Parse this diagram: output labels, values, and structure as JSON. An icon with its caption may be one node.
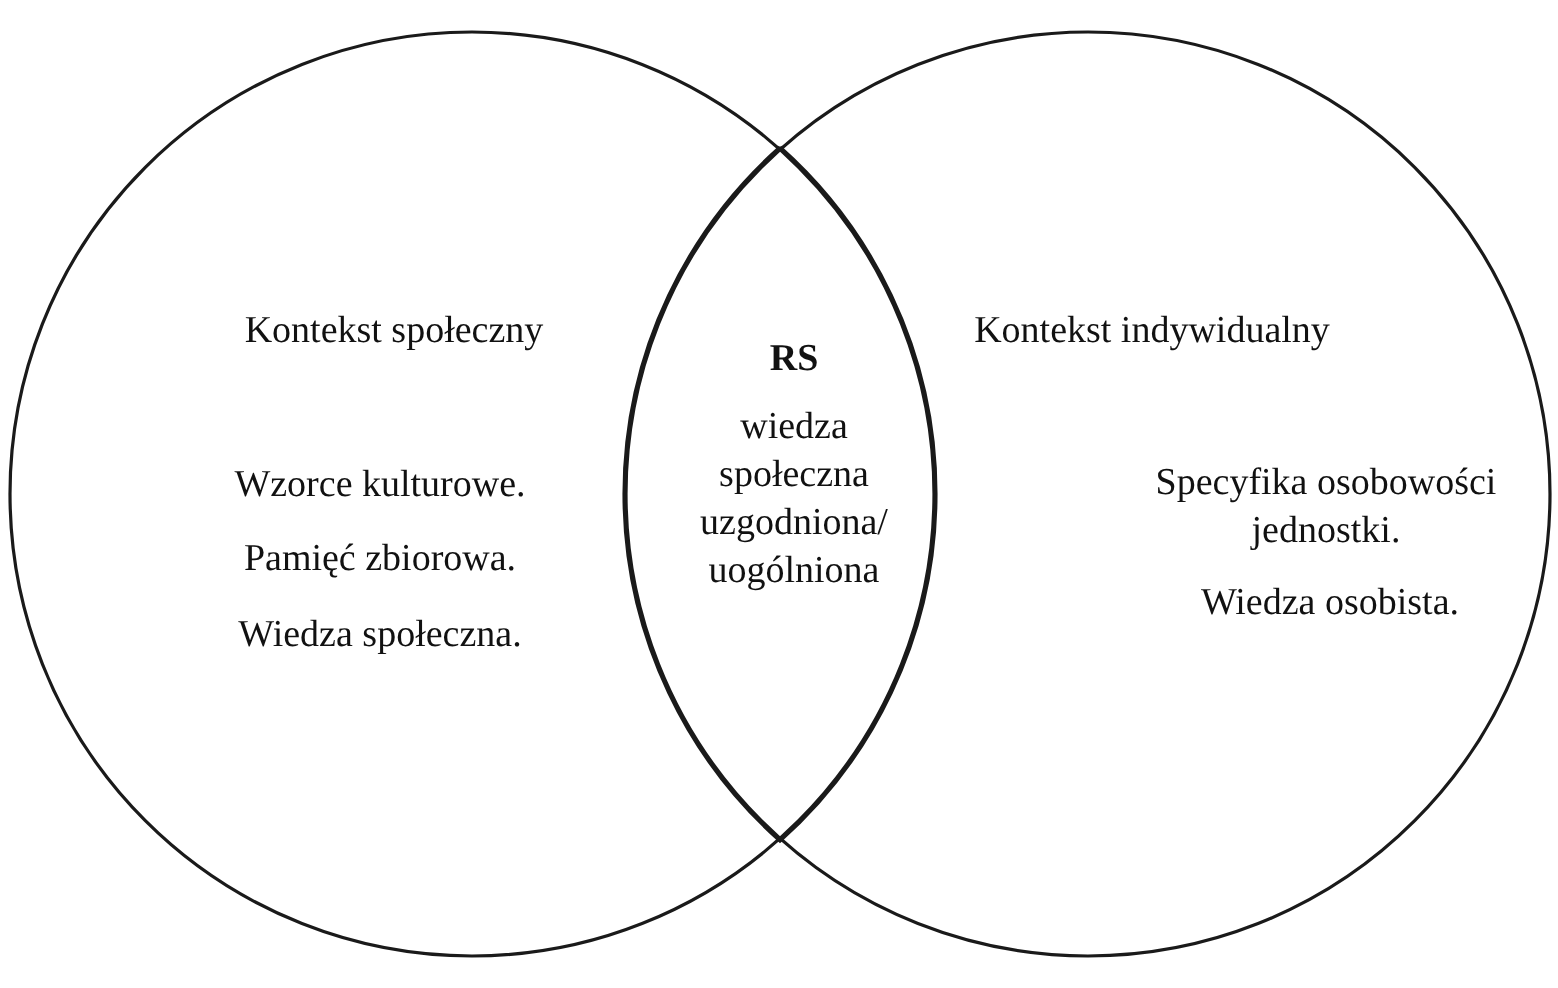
{
  "diagram": {
    "nodes": [
      {
        "text": [
          "Kontekst społeczny",
          "Wzorce kulturowe.",
          "Pamięć zbiorowa.",
          "Wiedza społeczna."
        ]
      },
      {
        "text": [
          "Kontekst indywidualny",
          "Specyfika osobowości jednostki.",
          "Wiedza osobista."
        ]
      },
      {
        "text": [
          "RS",
          "wiedza społeczna uzgodniona/ uogólniona"
        ]
      }
    ]
  }
}
